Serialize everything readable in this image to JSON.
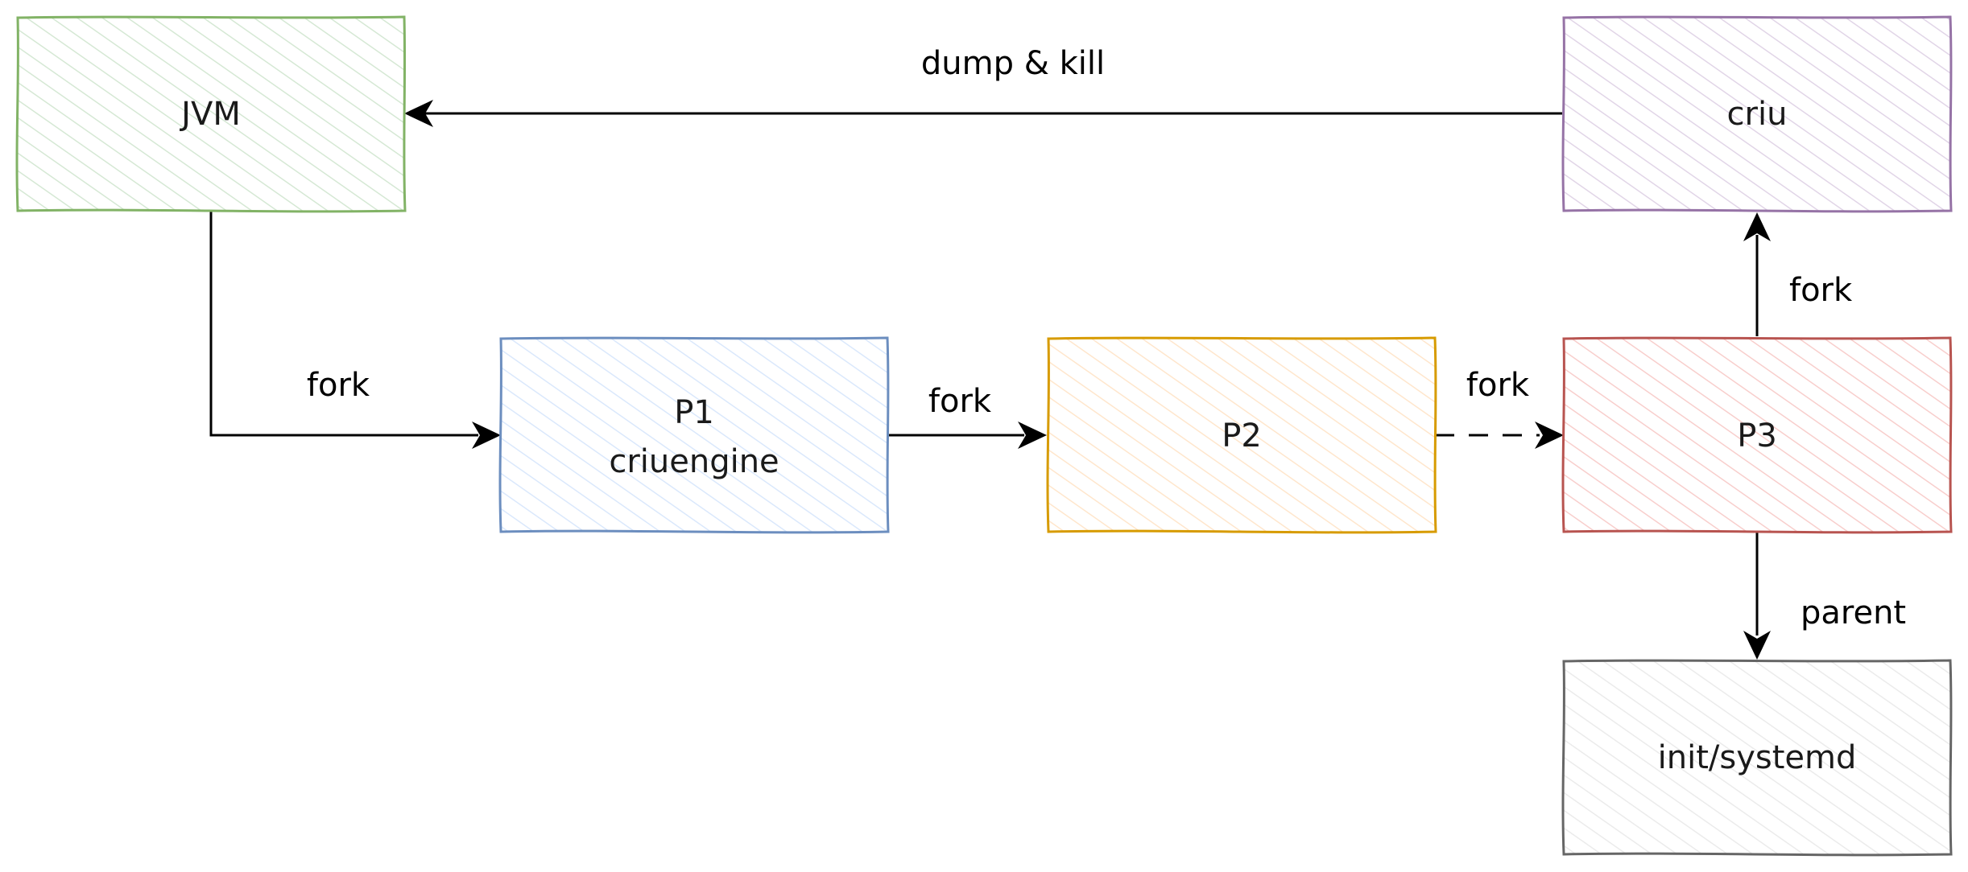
{
  "nodes": {
    "jvm": {
      "label": "JVM",
      "stroke": "#82b366",
      "fill": "#d5e8d4"
    },
    "criu": {
      "label": "criu",
      "stroke": "#9673a6",
      "fill": "#e1d5e7"
    },
    "p1": {
      "line1": "P1",
      "line2": "criuengine",
      "stroke": "#6c8ebf",
      "fill": "#dae8fc"
    },
    "p2": {
      "label": "P2",
      "stroke": "#d79b00",
      "fill": "#ffe6cc"
    },
    "p3": {
      "label": "P3",
      "stroke": "#b85450",
      "fill": "#f8cecc"
    },
    "init": {
      "label": "init/systemd",
      "stroke": "#666666",
      "fill": "#f5f5f5"
    }
  },
  "edges": {
    "criu_to_jvm": {
      "label": "dump & kill"
    },
    "jvm_to_p1": {
      "label": "fork"
    },
    "p1_to_p2": {
      "label": "fork"
    },
    "p2_to_p3": {
      "label": "fork",
      "style": "dashed"
    },
    "p3_to_criu": {
      "label": "fork"
    },
    "p3_to_init": {
      "label": "parent"
    }
  }
}
